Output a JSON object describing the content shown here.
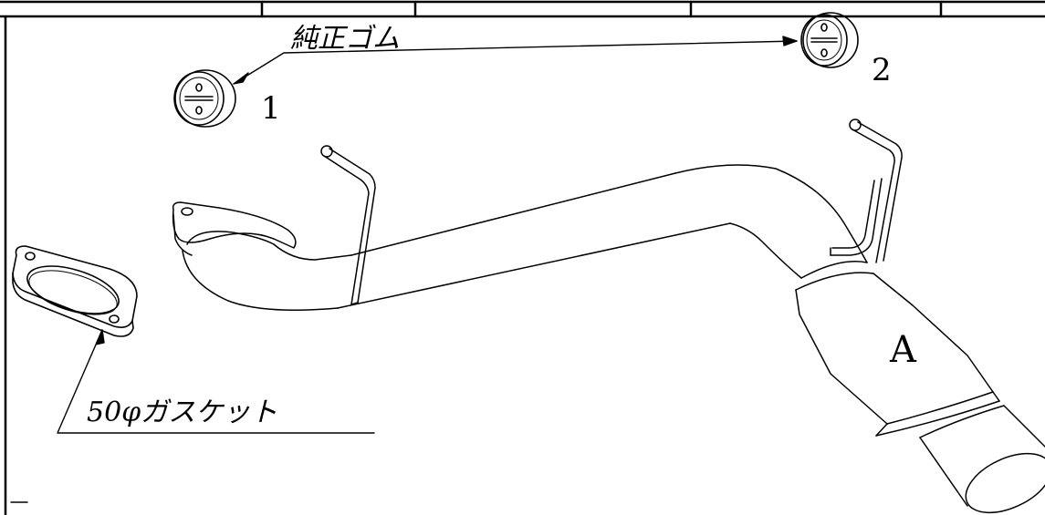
{
  "diagram": {
    "labels": {
      "rubber_label": "純正ゴム",
      "gasket_label": "50φガスケット",
      "item_1": "1",
      "item_2": "2",
      "part_a": "A"
    }
  }
}
